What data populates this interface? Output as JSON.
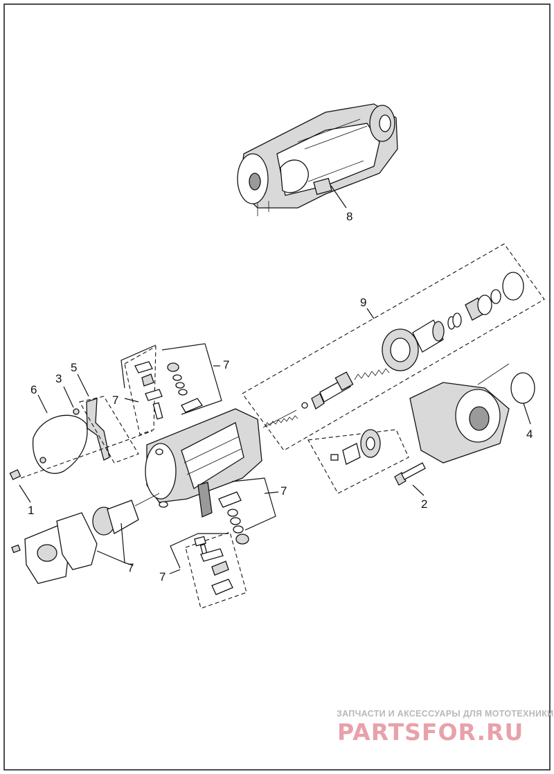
{
  "diagram": {
    "callouts": [
      "1",
      "2",
      "3",
      "4",
      "5",
      "6",
      "7",
      "8",
      "9"
    ]
  },
  "watermark": {
    "tagline": "ЗАПЧАСТИ И АКСЕССУАРЫ ДЛЯ МОТОТЕХНИКИ",
    "logo": "PARTSFOR.RU"
  }
}
